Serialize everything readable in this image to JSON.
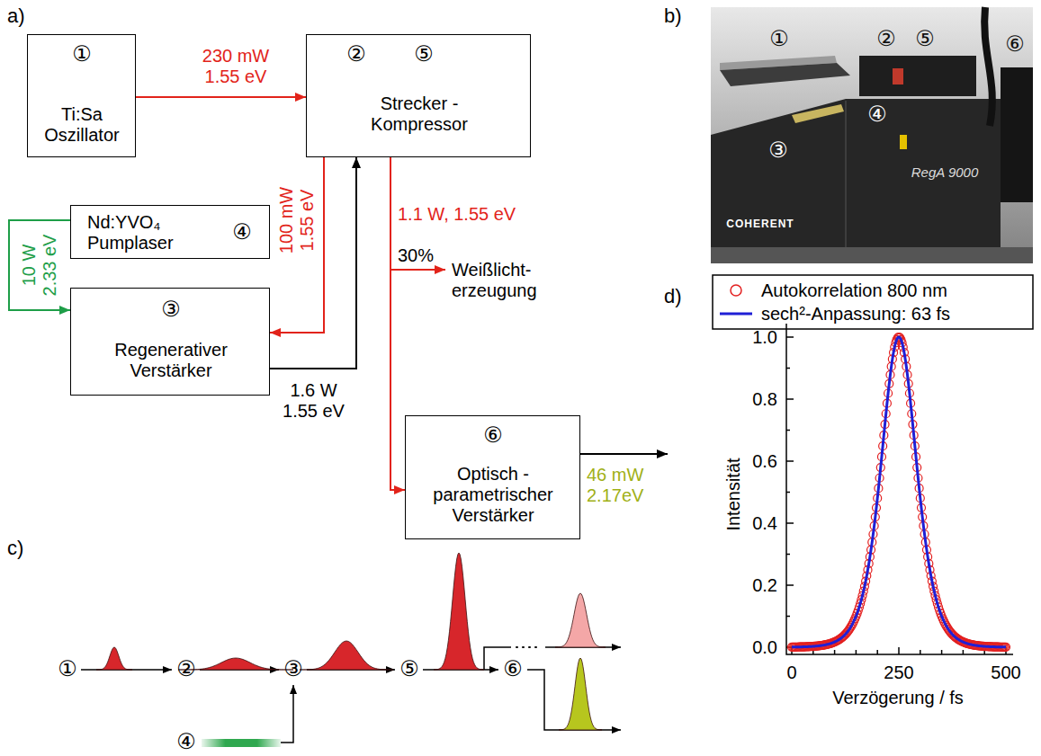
{
  "diagram": {
    "nodes": [
      {
        "text": [
          "①",
          "Ti:Sa Oszillator"
        ]
      },
      {
        "text": [
          "②",
          "⑤",
          "Strecker - Kompressor"
        ]
      },
      {
        "text": [
          "Nd:YVO₄ Pumplaser",
          "④"
        ]
      },
      {
        "text": [
          "③",
          "Regenerativer Verstärker"
        ]
      },
      {
        "text": [
          "⑥",
          "Optisch - parametrischer Verstärker"
        ]
      }
    ],
    "edges": [
      {
        "from": 0,
        "to": 1,
        "label": "230 mW 1.55 eV",
        "arrow": "to"
      },
      {
        "from": 1,
        "to": 3,
        "label": "100 mW 1.55 eV",
        "arrow": "to"
      },
      {
        "from": 2,
        "to": 3,
        "label": "10 W 2.33 eV",
        "arrow": "to"
      },
      {
        "from": 3,
        "to": 1,
        "label": "1.6 W 1.55 eV",
        "arrow": "to"
      },
      {
        "from": 1,
        "to": 4,
        "label": "1.1 W, 1.55 eV",
        "arrow": "to"
      }
    ],
    "labels": [
      "a)",
      "30%",
      "Weißlicht- erzeugung",
      "46 mW 2.17eV",
      "b)",
      "①",
      "②",
      "⑤",
      "④",
      "③",
      "⑥",
      "RegA 9000",
      "COHERENT",
      "c)",
      "①",
      "②",
      "③",
      "⑤",
      "⑥",
      "④",
      "d)",
      "1.0",
      "0.8",
      "0.6",
      "0.4",
      "0.2",
      "0.0",
      "Intensität",
      "0",
      "250",
      "500",
      "Verzögerung / fs"
    ],
    "legend": [
      {
        "text": "Autokorrelation 800 nm"
      },
      {
        "text": "sech²-Anpassung: 63 fs"
      }
    ]
  }
}
